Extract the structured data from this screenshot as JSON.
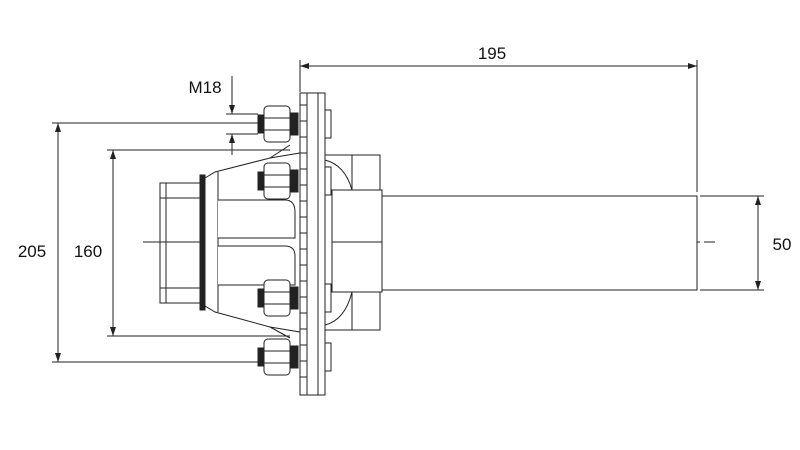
{
  "dimensions": {
    "length": "195",
    "stud_circle": "205",
    "pilot_diameter": "160",
    "axle_size": "50",
    "thread": "M18"
  },
  "colors": {
    "line": "#222222",
    "background": "#ffffff"
  }
}
